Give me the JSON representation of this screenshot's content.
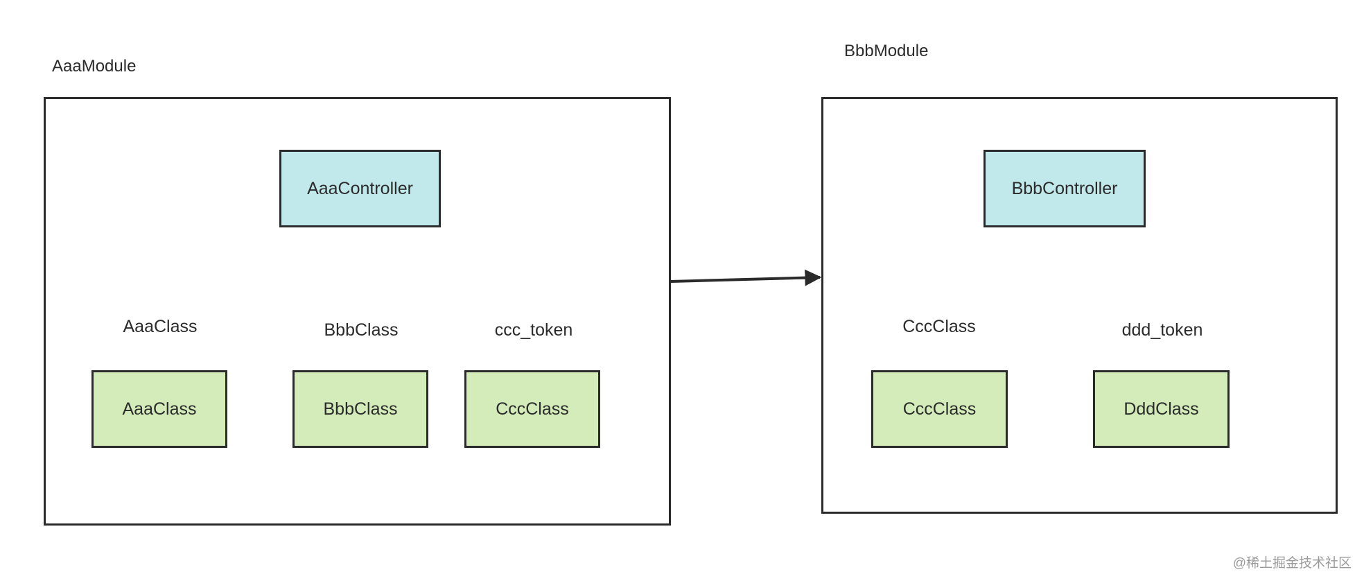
{
  "modules": {
    "aaa": {
      "name": "AaaModule",
      "controller": "AaaController",
      "providers": [
        "AaaClass",
        "BbbClass",
        "CccClass"
      ],
      "tokens": [
        "AaaClass",
        "BbbClass",
        "ccc_token"
      ]
    },
    "bbb": {
      "name": "BbbModule",
      "controller": "BbbController",
      "providers": [
        "CccClass",
        "DddClass"
      ],
      "tokens": [
        "CccClass",
        "ddd_token"
      ]
    }
  },
  "watermark": "@稀土掘金技术社区"
}
